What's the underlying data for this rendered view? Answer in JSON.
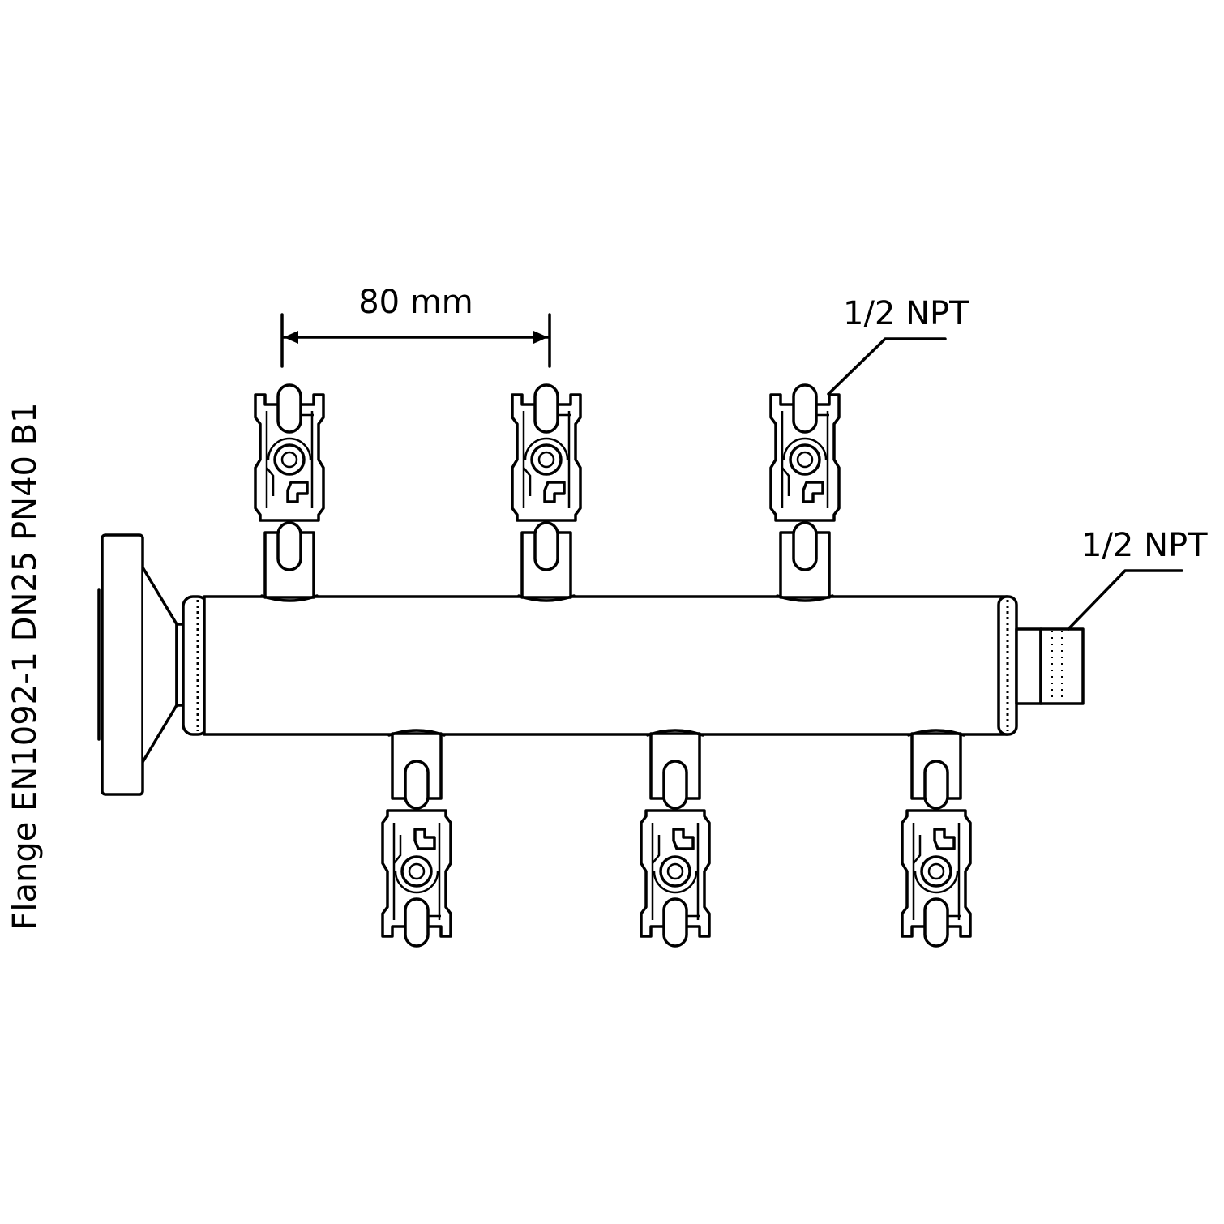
{
  "labels": {
    "spacing": "80 mm",
    "outlet_thread_top": "1/2 NPT",
    "outlet_thread_end": "1/2 NPT",
    "flange": "Flange EN1092-1 DN25 PN40 B1"
  },
  "manifold": {
    "valves_top": 3,
    "valves_bottom": 3
  }
}
